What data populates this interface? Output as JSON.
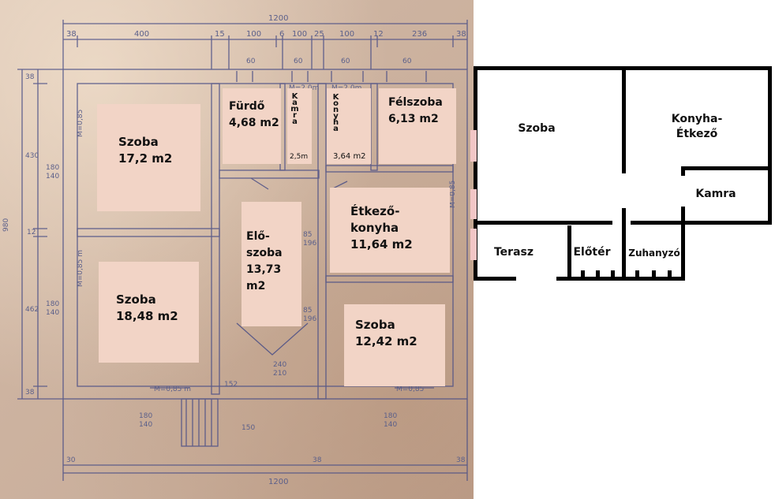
{
  "blueprint": {
    "rooms": [
      {
        "id": "szoba-1",
        "name": "Szoba",
        "area": "17,2 m2"
      },
      {
        "id": "szoba-2",
        "name": "Szoba",
        "area": "18,48 m2"
      },
      {
        "id": "furdo",
        "name": "Fürdő",
        "area": "4,68 m2"
      },
      {
        "id": "kamra",
        "name": "Kamra",
        "area": "2,5m"
      },
      {
        "id": "konyha",
        "name": "Konyha",
        "area": "3,64 m2"
      },
      {
        "id": "felszoba",
        "name": "Félszoba",
        "area": "6,13 m2"
      },
      {
        "id": "eloszoba",
        "name_line1": "Elő-",
        "name_line2": "szoba",
        "area": "13,73 m2"
      },
      {
        "id": "etkezo",
        "name_line1": "Étkező-",
        "name_line2": "konyha",
        "area": "11,64 m2"
      },
      {
        "id": "szoba-3",
        "name": "Szoba",
        "area": "12,42 m2"
      }
    ],
    "dimensions": {
      "top_total": "1200",
      "bottom_total": "1200",
      "top_segments": [
        "38",
        "400",
        "15",
        "100",
        "6",
        "100",
        "25",
        "100",
        "12",
        "236",
        "38"
      ],
      "left_segments": [
        "38",
        "430",
        "12",
        "462",
        "38"
      ],
      "left_total": "980",
      "window_labels": [
        "M=0,85",
        "M=0,85",
        "M=0,85 m",
        "M=0,85 m",
        "M=0,85"
      ],
      "misc": [
        "180",
        "140",
        "180",
        "140",
        "60",
        "60",
        "60",
        "60",
        "M=2,0m",
        "M=2,0m",
        "152",
        "150",
        "240",
        "210",
        "85",
        "196",
        "85",
        "196",
        "180",
        "140",
        "180",
        "140",
        "30",
        "38",
        "38"
      ]
    }
  },
  "schematic": {
    "rooms": {
      "szoba": "Szoba",
      "konyha_line1": "Konyha-",
      "konyha_line2": "Étkező",
      "kamra": "Kamra",
      "terasz": "Terasz",
      "eloter": "Előtér",
      "zuhanyzo": "Zuhanyzó"
    }
  }
}
